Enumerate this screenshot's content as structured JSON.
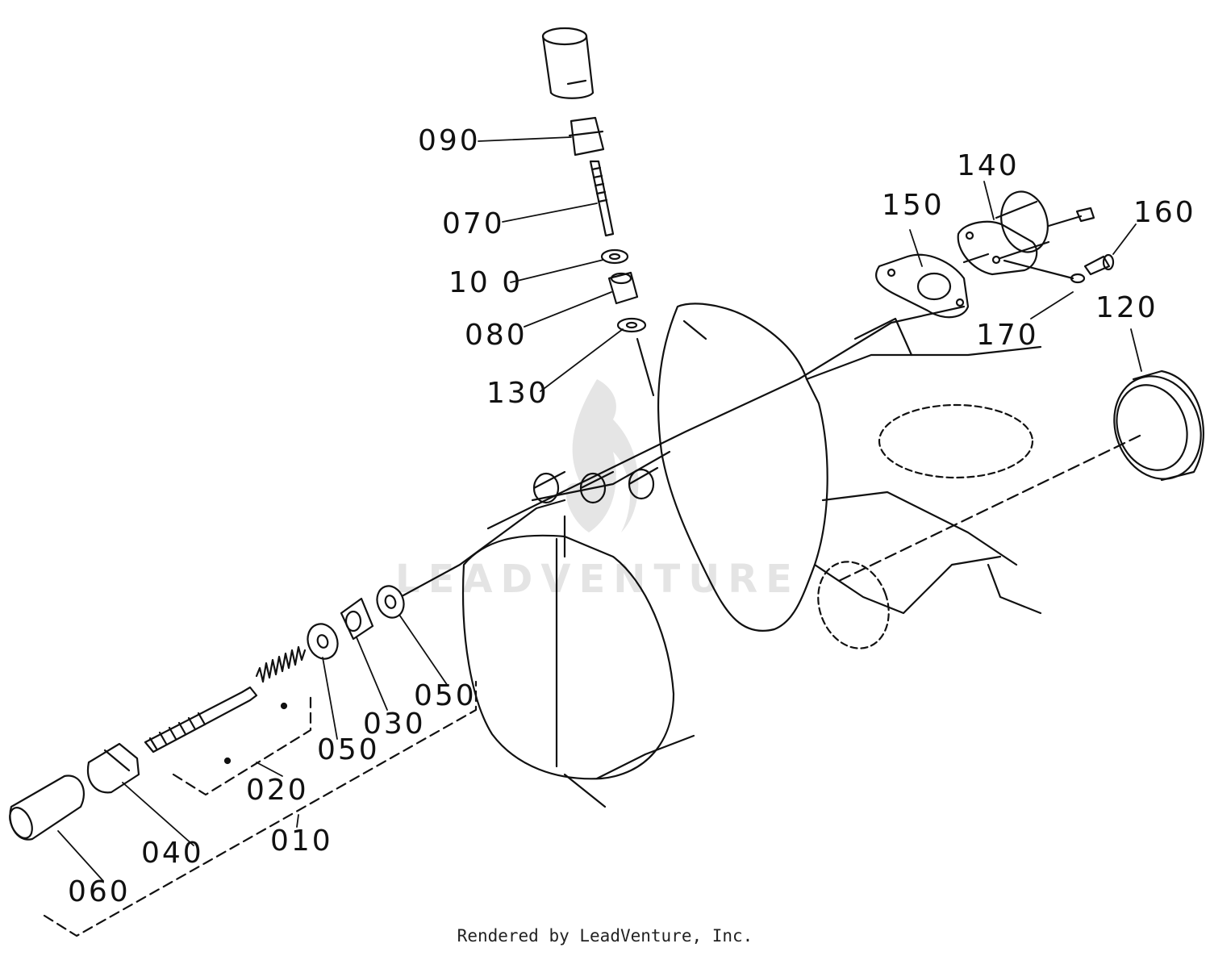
{
  "diagram": {
    "labels": {
      "p090": "090",
      "p070": "070",
      "p100": "10 0",
      "p080": "080",
      "p130": "130",
      "p150": "150",
      "p140": "140",
      "p160": "160",
      "p170": "170",
      "p120": "120",
      "p050a": "050",
      "p050b": "050",
      "p030": "030",
      "p020": "020",
      "p040": "040",
      "p010": "010",
      "p060": "060"
    },
    "watermark": "LEADVENTURE",
    "footer": "Rendered by LeadVenture, Inc."
  }
}
